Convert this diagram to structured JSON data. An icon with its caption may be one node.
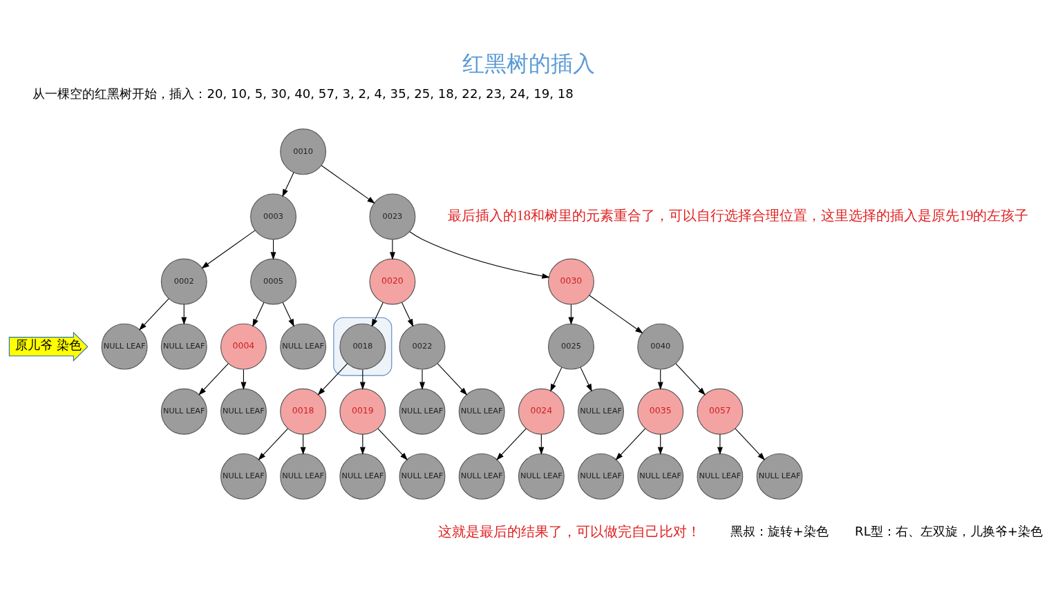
{
  "diagram": {
    "title": "红黑树的插入",
    "nodes": [
      {
        "text": [
          "0010"
        ]
      },
      {
        "text": [
          "0003"
        ]
      },
      {
        "text": [
          "0023"
        ]
      },
      {
        "text": [
          "0002"
        ]
      },
      {
        "text": [
          "0005"
        ]
      },
      {
        "text": [
          "0020"
        ]
      },
      {
        "text": [
          "0030"
        ]
      },
      {
        "text": [
          "原儿爷 染色"
        ]
      },
      {
        "text": [
          "NULL LEAF"
        ]
      },
      {
        "text": [
          "NULL LEAF"
        ]
      },
      {
        "text": [
          "0004"
        ]
      },
      {
        "text": [
          "NULL LEAF"
        ]
      },
      {
        "text": [],
        "shape": "box"
      },
      {
        "text": [
          "0018"
        ],
        "in": 12
      },
      {
        "text": [
          "0022"
        ]
      },
      {
        "text": [
          "0025"
        ]
      },
      {
        "text": [
          "0040"
        ]
      },
      {
        "text": [
          "NULL LEAF"
        ]
      },
      {
        "text": [
          "NULL LEAF"
        ]
      },
      {
        "text": [
          "0018"
        ]
      },
      {
        "text": [
          "0019"
        ]
      },
      {
        "text": [
          "NULL LEAF"
        ]
      },
      {
        "text": [
          "NULL LEAF"
        ]
      },
      {
        "text": [
          "0024"
        ]
      },
      {
        "text": [
          "NULL LEAF"
        ]
      },
      {
        "text": [
          "0035"
        ]
      },
      {
        "text": [
          "0057"
        ]
      },
      {
        "text": [
          "NULL LEAF"
        ]
      },
      {
        "text": [
          "NULL LEAF"
        ]
      },
      {
        "text": [
          "NULL LEAF"
        ]
      },
      {
        "text": [
          "NULL LEAF"
        ]
      },
      {
        "text": [
          "NULL LEAF"
        ]
      },
      {
        "text": [
          "NULL LEAF"
        ]
      },
      {
        "text": [
          "NULL LEAF"
        ]
      },
      {
        "text": [
          "NULL LEAF"
        ]
      },
      {
        "text": [
          "NULL LEAF"
        ]
      },
      {
        "text": [
          "NULL LEAF"
        ]
      }
    ],
    "edges": [
      {
        "from": 0,
        "to": 1,
        "arrow": "to"
      },
      {
        "from": 0,
        "to": 2,
        "arrow": "to"
      },
      {
        "from": 1,
        "to": 3,
        "arrow": "to"
      },
      {
        "from": 1,
        "to": 4,
        "arrow": "to"
      },
      {
        "from": 2,
        "to": 5,
        "arrow": "to"
      },
      {
        "from": 2,
        "to": 6,
        "arrow": "to"
      },
      {
        "from": 3,
        "to": 8,
        "arrow": "to"
      },
      {
        "from": 3,
        "to": 9,
        "arrow": "to"
      },
      {
        "from": 4,
        "to": 10,
        "arrow": "to"
      },
      {
        "from": 4,
        "to": 11,
        "arrow": "to"
      },
      {
        "from": 5,
        "to": 13,
        "arrow": "to"
      },
      {
        "from": 5,
        "to": 14,
        "arrow": "to"
      },
      {
        "from": 6,
        "to": 15,
        "arrow": "to"
      },
      {
        "from": 6,
        "to": 16,
        "arrow": "to"
      },
      {
        "from": 10,
        "to": 17,
        "arrow": "to"
      },
      {
        "from": 10,
        "to": 18,
        "arrow": "to"
      },
      {
        "from": 13,
        "to": 19,
        "arrow": "to"
      },
      {
        "from": 13,
        "to": 20,
        "arrow": "to"
      },
      {
        "from": 14,
        "to": 21,
        "arrow": "to"
      },
      {
        "from": 14,
        "to": 22,
        "arrow": "to"
      },
      {
        "from": 15,
        "to": 23,
        "arrow": "to"
      },
      {
        "from": 15,
        "to": 24,
        "arrow": "to"
      },
      {
        "from": 16,
        "to": 25,
        "arrow": "to"
      },
      {
        "from": 16,
        "to": 26,
        "arrow": "to"
      },
      {
        "from": 19,
        "to": 27,
        "arrow": "to"
      },
      {
        "from": 19,
        "to": 28,
        "arrow": "to"
      },
      {
        "from": 20,
        "to": 29,
        "arrow": "to"
      },
      {
        "from": 20,
        "to": 30,
        "arrow": "to"
      },
      {
        "from": 23,
        "to": 31,
        "arrow": "to"
      },
      {
        "from": 23,
        "to": 32,
        "arrow": "to"
      },
      {
        "from": 25,
        "to": 33,
        "arrow": "to"
      },
      {
        "from": 25,
        "to": 34,
        "arrow": "to"
      },
      {
        "from": 26,
        "to": 35,
        "arrow": "to"
      },
      {
        "from": 26,
        "to": 36,
        "arrow": "to"
      }
    ],
    "labels": [
      "从一棵空的红黑树开始，插入：20, 10, 5, 30, 40, 57, 3, 2, 4, 35, 25, 18, 22, 23, 24, 19, 18",
      "最后插入的18和树里的元素重合了，可以自行选择合理位置，这里选择的插入是原先19的左孩子",
      "这就是最后的结果了，可以做完自己比对！",
      "黑叔：旋转+染色",
      "RL型：右、左双旋，儿换爷+染色"
    ]
  }
}
